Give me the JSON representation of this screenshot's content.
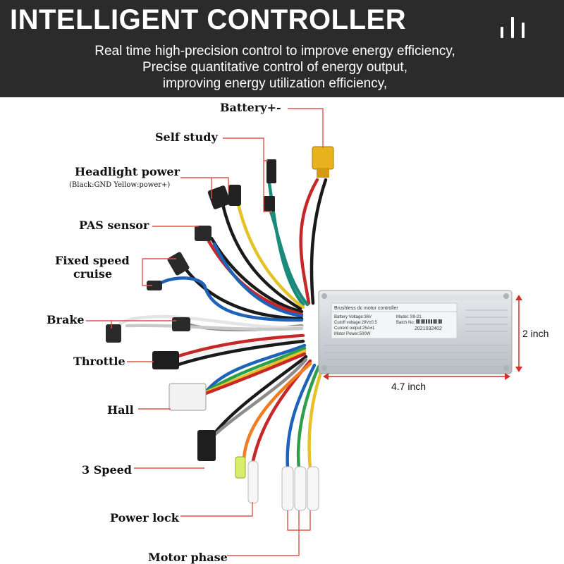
{
  "header": {
    "title": "INTELLIGENT CONTROLLER",
    "subtitle_lines": [
      "Real time high-precision control to improve energy efficiency,",
      "Precise quantitative control of energy output,",
      "improving energy utilization efficiency,"
    ]
  },
  "labels": {
    "battery": "Battery+-",
    "self_study": "Self study",
    "headlight": "Headlight power",
    "headlight_note": "(Black:GND Yellow:power+)",
    "pas": "PAS sensor",
    "cruise_1": "Fixed speed",
    "cruise_2": "cruise",
    "brake": "Brake",
    "throttle": "Throttle",
    "hall": "Hall",
    "speed3": "3 Speed",
    "power_lock": "Power lock",
    "motor_phase": "Motor phase"
  },
  "dimensions": {
    "height": "2 inch",
    "width": "4.7 inch"
  },
  "nameplate": {
    "title": "Brushless dc motor controller",
    "battery_voltage": "Battery Voltage:36V",
    "cutoff_voltage": "Cutoff voltage:29V±0.5",
    "current_output": "Current output:25A±1",
    "motor_power": "Motor Power:500W",
    "model": "Model: S9-21",
    "batch_label": "Batch No:",
    "batch_number": "2021032402"
  },
  "colors": {
    "header_bg": "#2b2b2b",
    "leader_line": "#e0554a",
    "housing": "#cfd3d8",
    "connector_yellow": "#e8b21e"
  }
}
